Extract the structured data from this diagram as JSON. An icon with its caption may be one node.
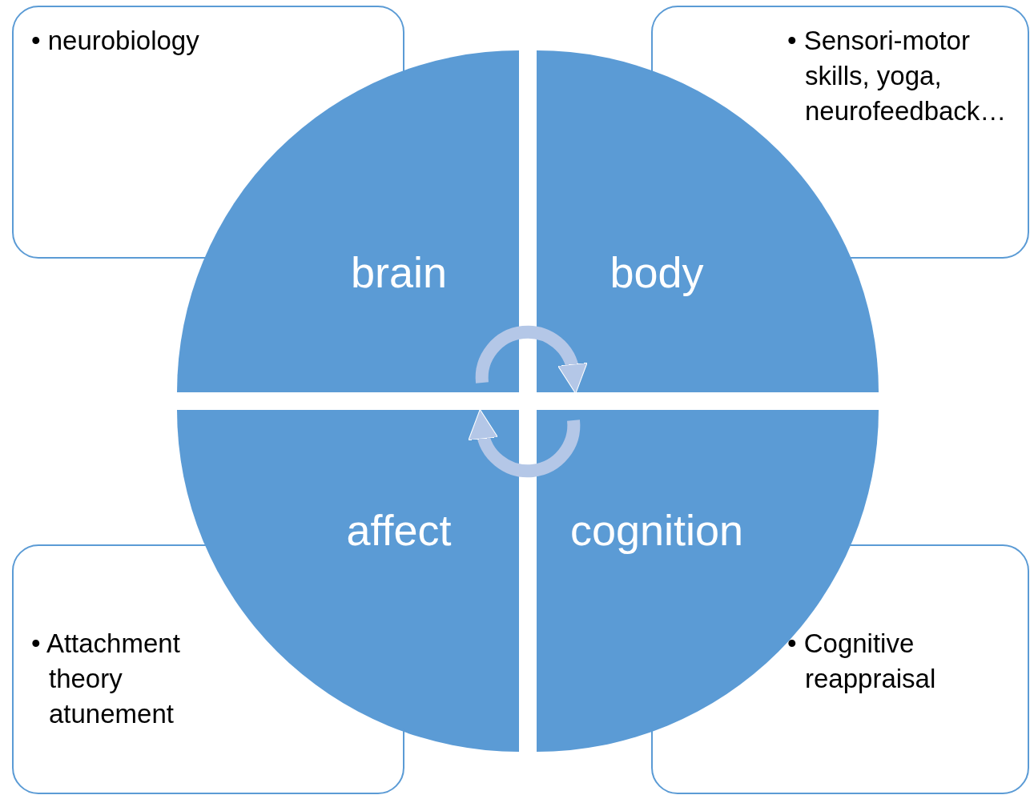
{
  "diagram": {
    "nodes": [
      {
        "text": [
          "• neurobiology"
        ]
      },
      {
        "text": [
          "• Sensori-motor skills, yoga, neurofeedback…"
        ]
      },
      {
        "text": [
          "• Attachment theory atunement"
        ]
      },
      {
        "text": [
          "• Cognitive reappraisal"
        ]
      },
      {
        "text": [
          "brain"
        ]
      },
      {
        "text": [
          "body"
        ]
      },
      {
        "text": [
          "affect"
        ]
      },
      {
        "text": [
          "cognition"
        ]
      }
    ],
    "edges": [
      {
        "from": 4,
        "to": 5,
        "arrow": "to"
      },
      {
        "from": 7,
        "to": 6,
        "arrow": "to"
      }
    ]
  }
}
